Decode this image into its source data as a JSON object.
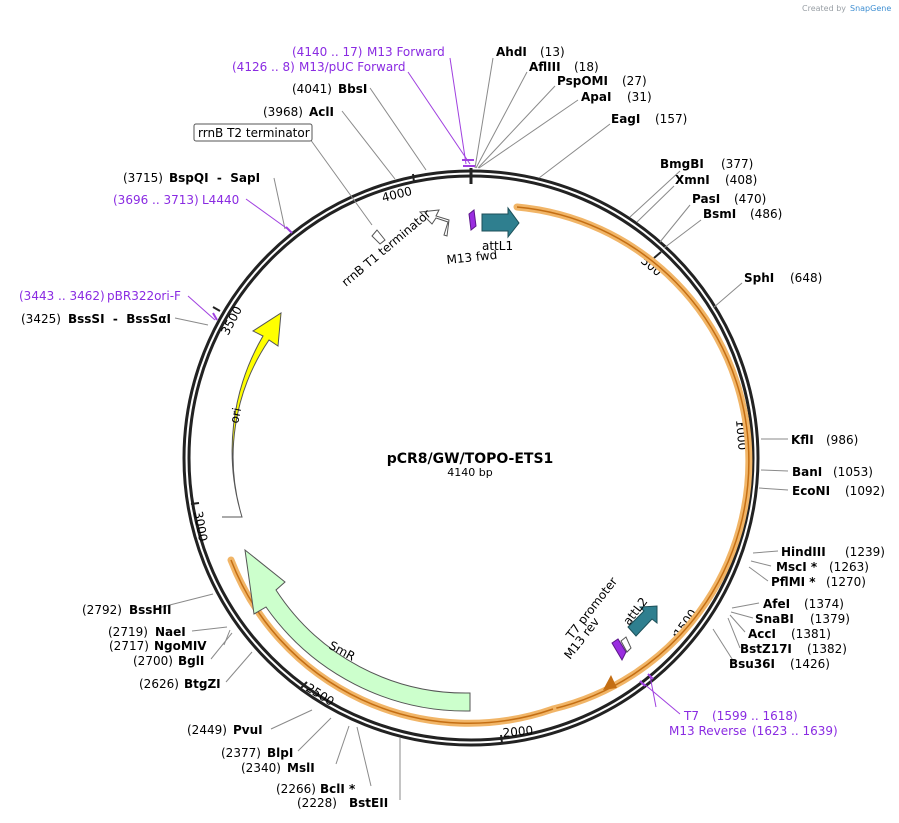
{
  "credit": {
    "prefix": "Created by",
    "brand": "SnapGene"
  },
  "plasmid": {
    "name": "pCR8/GW/TOPO-ETS1",
    "length_label": "4140 bp",
    "length": 4140
  },
  "ticks": [
    {
      "pos": 500,
      "label": "500"
    },
    {
      "pos": 1000,
      "label": "1000"
    },
    {
      "pos": 1500,
      "label": "1500"
    },
    {
      "pos": 2000,
      "label": "2000"
    },
    {
      "pos": 2500,
      "label": "2500"
    },
    {
      "pos": 3000,
      "label": "3000"
    },
    {
      "pos": 3500,
      "label": "3500"
    },
    {
      "pos": 4000,
      "label": "4000"
    }
  ],
  "enzymes": [
    {
      "name": "AhdI",
      "pos_label": "(13)"
    },
    {
      "name": "AflIII",
      "pos_label": "(18)"
    },
    {
      "name": "PspOMI",
      "pos_label": "(27)"
    },
    {
      "name": "ApaI",
      "pos_label": "(31)"
    },
    {
      "name": "EagI",
      "pos_label": "(157)"
    },
    {
      "name": "BmgBI",
      "pos_label": "(377)"
    },
    {
      "name": "XmnI",
      "pos_label": "(408)"
    },
    {
      "name": "PasI",
      "pos_label": "(470)"
    },
    {
      "name": "BsmI",
      "pos_label": "(486)"
    },
    {
      "name": "SphI",
      "pos_label": "(648)"
    },
    {
      "name": "KflI",
      "pos_label": "(986)"
    },
    {
      "name": "BanI",
      "pos_label": "(1053)"
    },
    {
      "name": "EcoNI",
      "pos_label": "(1092)"
    },
    {
      "name": "HindIII",
      "pos_label": "(1239)"
    },
    {
      "name": "MscI *",
      "pos_label": "(1263)"
    },
    {
      "name": "PflMI *",
      "pos_label": "(1270)"
    },
    {
      "name": "AfeI",
      "pos_label": "(1374)"
    },
    {
      "name": "SnaBI",
      "pos_label": "(1379)"
    },
    {
      "name": "AccI",
      "pos_label": "(1381)"
    },
    {
      "name": "BstZ17I",
      "pos_label": "(1382)"
    },
    {
      "name": "Bsu36I",
      "pos_label": "(1426)"
    },
    {
      "name": "BstEII",
      "pos_label": "(2228)"
    },
    {
      "name": "BclI *",
      "pos_label": "(2266)"
    },
    {
      "name": "MslI",
      "pos_label": "(2340)"
    },
    {
      "name": "BlpI",
      "pos_label": "(2377)"
    },
    {
      "name": "PvuI",
      "pos_label": "(2449)"
    },
    {
      "name": "BtgZI",
      "pos_label": "(2626)"
    },
    {
      "name": "BglI",
      "pos_label": "(2700)"
    },
    {
      "name": "NgoMIV",
      "pos_label": "(2717)"
    },
    {
      "name": "NaeI",
      "pos_label": "(2719)"
    },
    {
      "name": "BssHII",
      "pos_label": "(2792)"
    },
    {
      "name": "BssSI  -  BssSαI",
      "pos_label": "(3425)"
    },
    {
      "name": "BspQI  -  SapI",
      "pos_label": "(3715)"
    },
    {
      "name": "AclI",
      "pos_label": "(3968)"
    },
    {
      "name": "BbsI",
      "pos_label": "(4041)"
    }
  ],
  "primers": [
    {
      "name": "M13 Forward",
      "range": "(4140 .. 17)"
    },
    {
      "name": "M13/pUC Forward",
      "range": "(4126 .. 8)"
    },
    {
      "name": "L4440",
      "range": "(3696 .. 3713)"
    },
    {
      "name": "pBR322ori-F",
      "range": "(3443 .. 3462)"
    },
    {
      "name": "T7",
      "range": "(1599 .. 1618)"
    },
    {
      "name": "M13 Reverse",
      "range": "(1623 .. 1639)"
    }
  ],
  "features": {
    "attL1": "attL1",
    "m13fwd": "M13 fwd",
    "rrnbt1": "rrnB T1 terminator",
    "rrnbt2": "rrnB T2 terminator",
    "ori": "ori",
    "smr": "SmR",
    "t7promoter": "T7 promoter",
    "m13rev": "M13 rev",
    "attL2": "attL2"
  },
  "colors": {
    "backbone": "#222222",
    "ets1_orange": "#f1b567",
    "ets1_line": "#c46e13",
    "ori_yellow": "#ffff00",
    "smr_green": "#ccffcc",
    "attl_teal": "#2f7f8f",
    "primer_purple": "#a040e0",
    "leader_grey": "#8a8a8a"
  }
}
